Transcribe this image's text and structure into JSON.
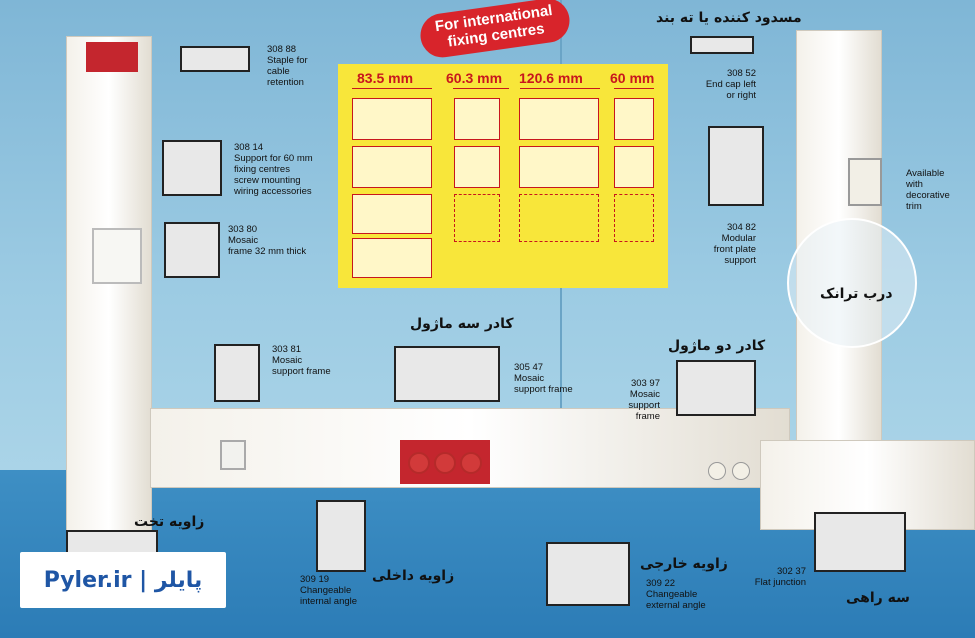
{
  "banner": {
    "line1": "For international",
    "line2": "fixing centres"
  },
  "dimensions": [
    "83.5 mm",
    "60.3 mm",
    "120.6 mm",
    "60 mm"
  ],
  "parts": {
    "p30888": {
      "code": "308 88",
      "desc": "Staple for\ncable\nretention"
    },
    "p30814": {
      "code": "308 14",
      "desc": "Support for 60 mm\nfixing centres\nscrew mounting\nwiring accessories"
    },
    "p30380": {
      "code": "303 80",
      "desc": "Mosaic\nframe 32 mm thick"
    },
    "p30381": {
      "code": "303 81",
      "desc": "Mosaic\nsupport frame"
    },
    "p30547": {
      "code": "305 47",
      "desc": "Mosaic\nsupport frame"
    },
    "p30397": {
      "code": "303 97",
      "desc": "Mosaic\nsupport\nframe"
    },
    "p30852": {
      "code": "308 52",
      "desc": "End cap left\nor right"
    },
    "p30482": {
      "code": "304 82",
      "desc": "Modular\nfront plate\nsupport"
    },
    "p30919": {
      "code": "309 19",
      "desc": "Changeable\ninternal angle"
    },
    "p30922": {
      "code": "309 22",
      "desc": "Changeable\nexternal angle"
    },
    "p30237": {
      "code": "302 37",
      "desc": "Flat junction"
    }
  },
  "available": "Available\nwith\ndecorative\ntrim",
  "fa": {
    "end_cap": "مسدود کننده یا ته بند",
    "three_module": "کادر سه ماژول",
    "two_module": "کادر دو ماژول",
    "trunk_door": "درب ترانک",
    "flat_angle": "زاویه تخت",
    "internal_angle": "زاویه داخلی",
    "external_angle": "زاویه خارجی",
    "tee": "سه راهی"
  },
  "brand": "Pyler.ir | پایلر"
}
